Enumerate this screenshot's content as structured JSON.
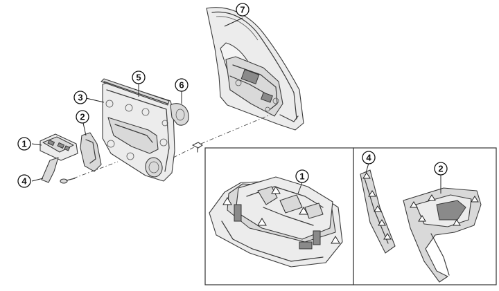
{
  "callouts": [
    {
      "id": "c1-main",
      "label": "1"
    },
    {
      "id": "c2-main",
      "label": "2"
    },
    {
      "id": "c3-main",
      "label": "3"
    },
    {
      "id": "c4-main",
      "label": "4"
    },
    {
      "id": "c5-main",
      "label": "5"
    },
    {
      "id": "c6-main",
      "label": "6"
    },
    {
      "id": "c7-main",
      "label": "7"
    },
    {
      "id": "c1-detail",
      "label": "1"
    },
    {
      "id": "c4-detail",
      "label": "4"
    },
    {
      "id": "c2-detail",
      "label": "2"
    }
  ],
  "symbols": {
    "clip_marker": "triangle-marker-icon",
    "clip_hole": "clip-hole-icon"
  },
  "colors": {
    "line": "#3a3a3a",
    "fill_light": "#ececec",
    "fill_mid": "#d9d9d9",
    "fill_dark": "#8a8a8a"
  }
}
